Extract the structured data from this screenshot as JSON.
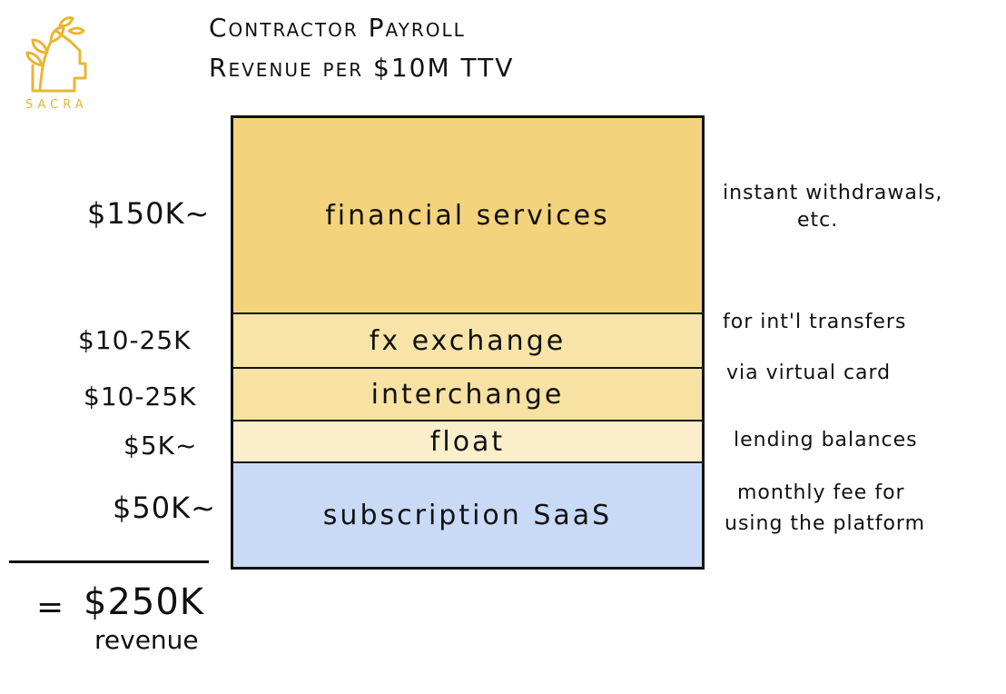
{
  "logo": {
    "text": "SACRA",
    "color": "#e8b631"
  },
  "title": {
    "line1": "Contractor Payroll",
    "line2": "Revenue per $10M TTV"
  },
  "segments": [
    {
      "id": "financial-services",
      "label": "financial services",
      "value": "$150K~",
      "note_lines": [
        "instant withdrawals,",
        "etc."
      ],
      "color": "#f4d37d"
    },
    {
      "id": "fx-exchange",
      "label": "fx exchange",
      "value": "$10-25K",
      "note_lines": [
        "for int'l transfers"
      ],
      "color": "#f8e4a8"
    },
    {
      "id": "interchange",
      "label": "interchange",
      "value": "$10-25K",
      "note_lines": [
        "via virtual card"
      ],
      "color": "#f7e2a3"
    },
    {
      "id": "float",
      "label": "float",
      "value": "$5K~",
      "note_lines": [
        "lending balances"
      ],
      "color": "#fbeecb"
    },
    {
      "id": "subscription-saas",
      "label": "subscription SaaS",
      "value": "$50K~",
      "note_lines": [
        "monthly fee for",
        "using the platform"
      ],
      "color": "#c9daf6"
    }
  ],
  "total": {
    "equals": "=",
    "value": "$250K",
    "label": "revenue"
  }
}
